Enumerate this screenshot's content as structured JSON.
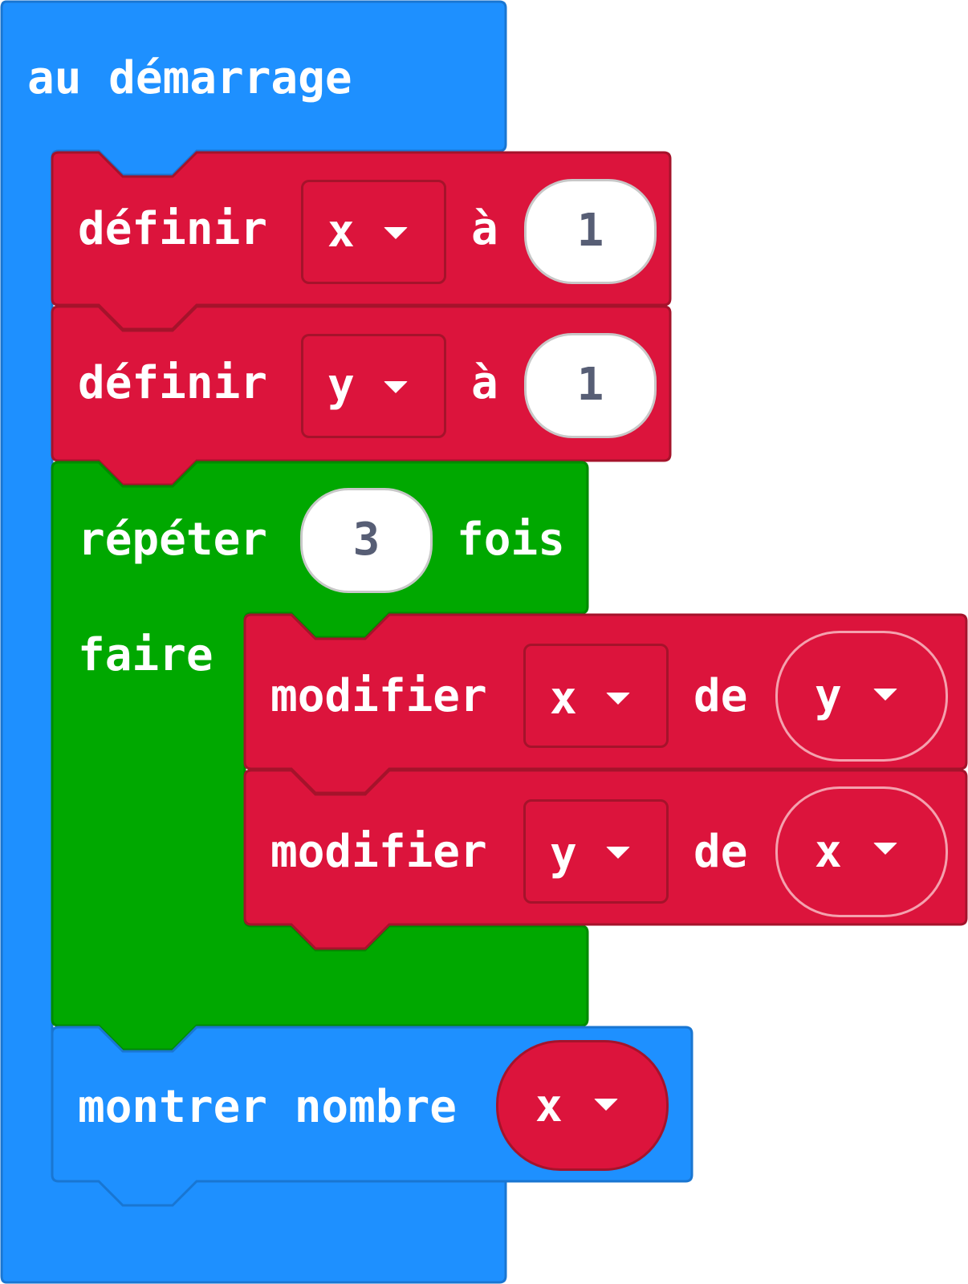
{
  "program": {
    "start_block": {
      "label": "au démarrage",
      "color": "#1e90ff"
    },
    "set_x": {
      "verb": "définir",
      "variable": "x",
      "to_label": "à",
      "value": "1",
      "color": "#dc143c"
    },
    "set_y": {
      "verb": "définir",
      "variable": "y",
      "to_label": "à",
      "value": "1",
      "color": "#dc143c"
    },
    "repeat": {
      "verb": "répéter",
      "times": "3",
      "times_label": "fois",
      "do_label": "faire",
      "color": "#00a800"
    },
    "change_x": {
      "verb": "modifier",
      "variable": "x",
      "by_label": "de",
      "amount_variable": "y",
      "color": "#dc143c"
    },
    "change_y": {
      "verb": "modifier",
      "variable": "y",
      "by_label": "de",
      "amount_variable": "x",
      "color": "#dc143c"
    },
    "show_number": {
      "label": "montrer nombre",
      "variable": "x",
      "color": "#1e90ff"
    }
  },
  "icons": {
    "dropdown": "caret-down-icon"
  }
}
